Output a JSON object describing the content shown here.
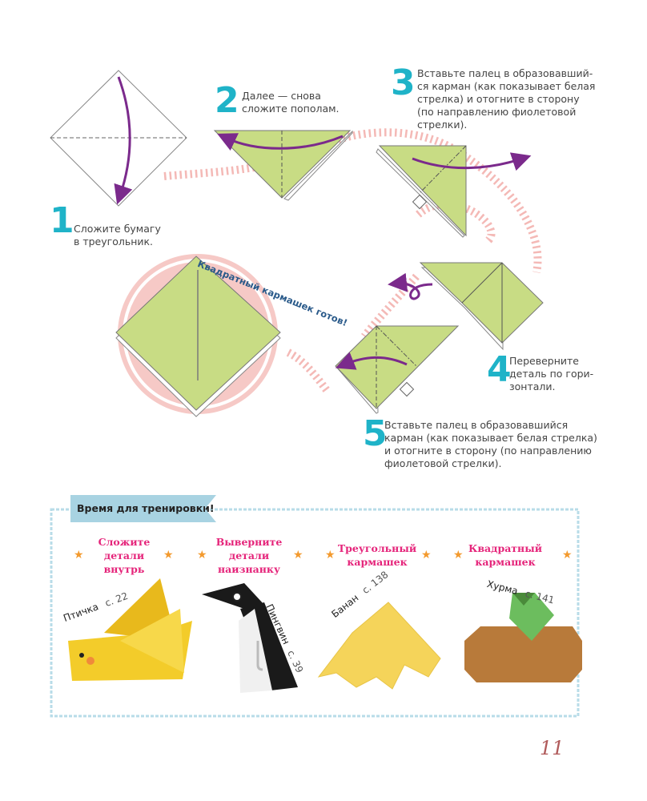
{
  "steps": [
    {
      "number": "1",
      "text_lines": [
        "Сложите бумагу",
        "в треугольник."
      ]
    },
    {
      "number": "2",
      "text_lines": [
        "Далее — снова",
        "сложите пополам."
      ]
    },
    {
      "number": "3",
      "text_lines": [
        "Вставьте палец в образовавший-",
        "ся карман (как показывает белая",
        "стрелка) и отогните в сторону",
        "(по направлению фиолетовой",
        "стрелки)."
      ]
    },
    {
      "number": "4",
      "text_lines": [
        "Переверните",
        "деталь по гори-",
        "зонтали."
      ]
    },
    {
      "number": "5",
      "text_lines": [
        "Вставьте палец в образовавшийся",
        "карман (как показывает белая стрелка)",
        "и отогните в сторону (по направлению",
        "фиолетовой стрелки)."
      ]
    }
  ],
  "result_caption": "Квадратный кармашек готов!",
  "practice": {
    "title": "Время для тренировки!",
    "categories": [
      {
        "lines": [
          "Сложите",
          "детали",
          "внутрь"
        ]
      },
      {
        "lines": [
          "Выверните",
          "детали",
          "наизнанку"
        ]
      },
      {
        "lines": [
          "Треугольный",
          "кармашек"
        ]
      },
      {
        "lines": [
          "Квадратный",
          "кармашек"
        ]
      }
    ],
    "models": [
      {
        "name": "Птичка",
        "page": "с. 22"
      },
      {
        "name": "Пингвин",
        "page": "с. 39"
      },
      {
        "name": "Банан",
        "page": "с. 138"
      },
      {
        "name": "Хурма",
        "page": "с. 141"
      }
    ]
  },
  "colors": {
    "paper_green": "#c8dc84",
    "arrow_purple": "#7b2a8c",
    "step_number_cyan": "#1fb3c8",
    "dashed_path_pink": "#f4b9b6",
    "category_pink": "#e5247a",
    "banner_blue": "#a8d3e2",
    "star_orange": "#f39a2e"
  },
  "page_number": "11"
}
